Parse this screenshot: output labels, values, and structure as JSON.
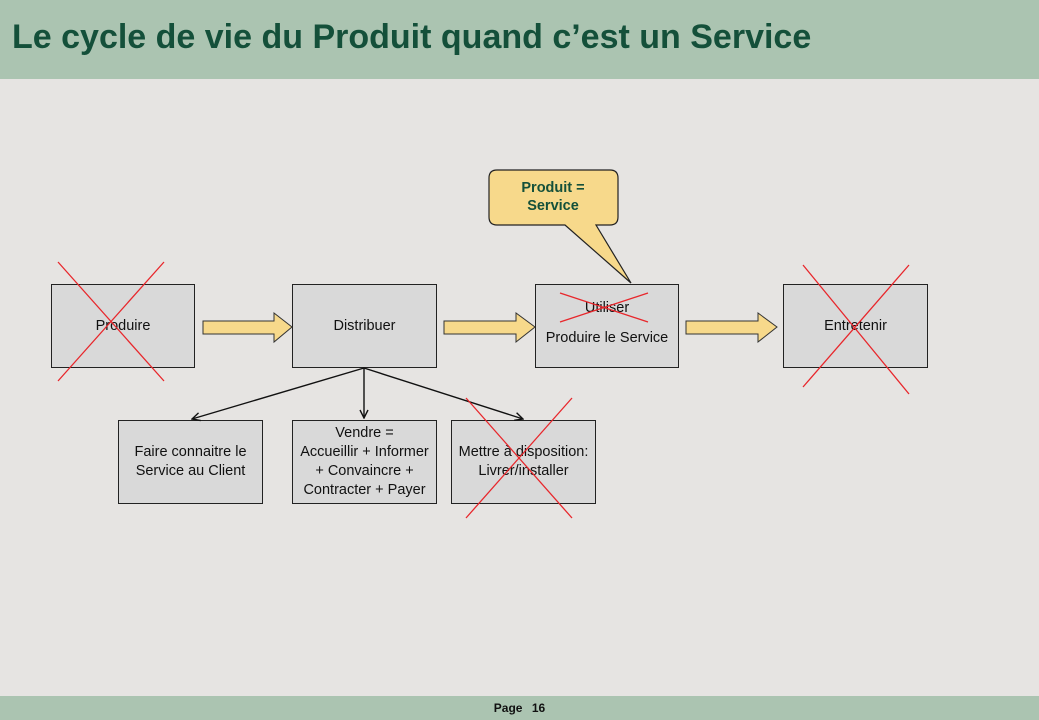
{
  "slide": {
    "title": "Le cycle de vie du Produit quand c’est un Service",
    "footer": {
      "page_label": "Page",
      "page_number": "16"
    }
  },
  "diagram": {
    "main_flow": [
      {
        "id": "produire",
        "label": "Produire",
        "crossed_out": true
      },
      {
        "id": "distribuer",
        "label": "Distribuer",
        "crossed_out": false
      },
      {
        "id": "utiliser",
        "label_crossed": "Utiliser",
        "label": "Produire le Service",
        "crossed_out": false
      },
      {
        "id": "entretenir",
        "label": "Entretenir",
        "crossed_out": true
      }
    ],
    "sub_steps": [
      {
        "id": "faire-connaitre",
        "lines": [
          "Faire connaitre le",
          "Service au Client"
        ],
        "crossed_out": false
      },
      {
        "id": "vendre",
        "lines": [
          "Vendre =",
          "Accueillir + Informer",
          "+ Convaincre +",
          "Contracter + Payer"
        ],
        "crossed_out": false
      },
      {
        "id": "mettre-a-disposition",
        "lines": [
          "Mettre à disposition:",
          "Livrer/installer"
        ],
        "crossed_out": true
      }
    ],
    "callout": {
      "lines": [
        "Produit =",
        "Service"
      ]
    },
    "colors": {
      "header_band": "#abc4b1",
      "title_text": "#14503a",
      "background": "#e6e4e2",
      "box_fill": "#d9d9d9",
      "arrow_fill": "#f7d98b",
      "cross_out": "#e8262b",
      "callout_fill": "#f7d98b"
    }
  }
}
